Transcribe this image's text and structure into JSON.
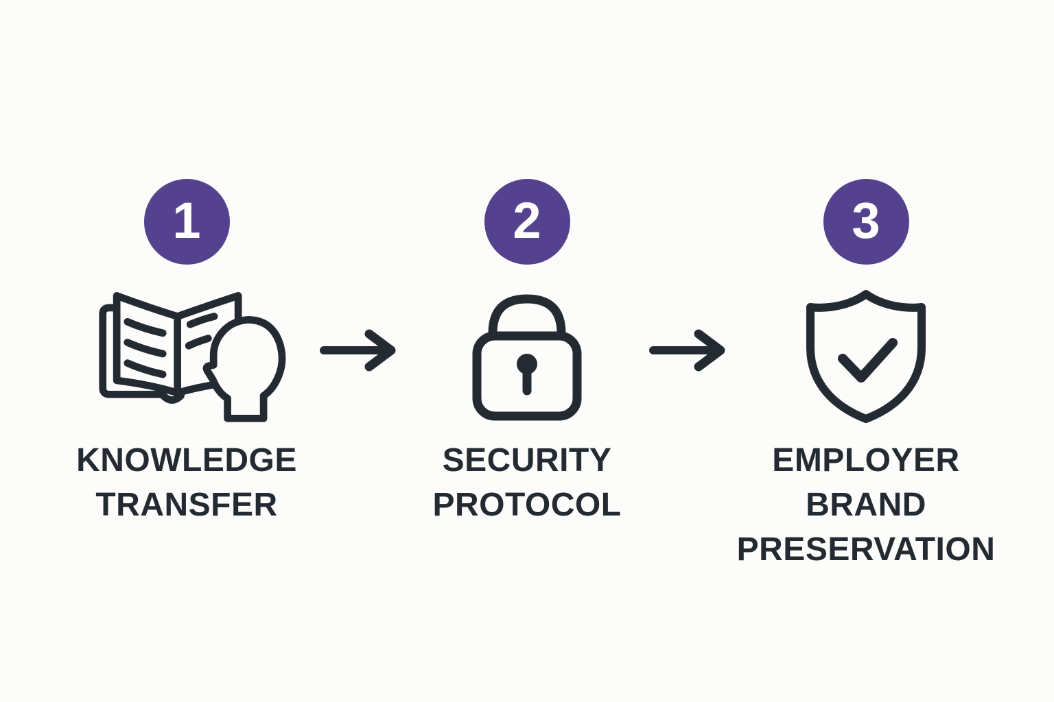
{
  "diagram": {
    "title": "three-step process diagram",
    "colors": {
      "background": "#FCFCFA",
      "accent": "#55428E",
      "ink": "#242A32",
      "badge_number": "#FFFFFF"
    },
    "steps": [
      {
        "number": "1",
        "icon": "book-reader-icon",
        "label_lines": [
          "KNOWLEDGE",
          "TRANSFER"
        ]
      },
      {
        "number": "2",
        "icon": "padlock-icon",
        "label_lines": [
          "SECURITY",
          "PROTOCOL"
        ]
      },
      {
        "number": "3",
        "icon": "shield-check-icon",
        "label_lines": [
          "EMPLOYER",
          "BRAND",
          "PRESERVATION"
        ]
      }
    ],
    "connectors": [
      "arrow-right",
      "arrow-right"
    ]
  }
}
